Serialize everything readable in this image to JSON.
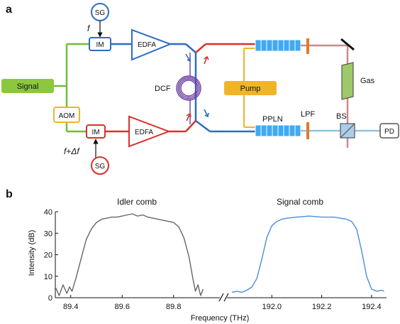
{
  "panel_a": {
    "label": "a",
    "blocks": {
      "signal": "Signal",
      "aom": "AOM",
      "sg_top": "SG",
      "sg_bottom": "SG",
      "im_top": "IM",
      "im_bottom": "IM",
      "edfa_top": "EDFA",
      "edfa_bottom": "EDFA",
      "dcf": "DCF",
      "pump": "Pump",
      "ppln": "PPLN",
      "lpf": "LPF",
      "gas": "Gas",
      "bs": "BS",
      "pd": "PD"
    },
    "freq_top": "f",
    "freq_bottom_f": "f",
    "freq_bottom_plus": "+",
    "freq_bottom_delta": "Δf"
  },
  "panel_b": {
    "label": "b",
    "ylabel": "Intensity (dB)",
    "xlabel": "Frequency (THz)",
    "ylim": [
      0,
      40
    ],
    "yticks": [
      "0",
      "10",
      "20",
      "30",
      "40"
    ],
    "idler": {
      "title": "Idler comb",
      "xlim": [
        89.34,
        89.98
      ],
      "xticks": [
        "89.4",
        "89.6",
        "89.8"
      ],
      "xtick_values": [
        89.4,
        89.6,
        89.8
      ],
      "color": "#666666"
    },
    "signal": {
      "title": "Signal comb",
      "xlim": [
        191.82,
        192.46
      ],
      "xticks": [
        "192.0",
        "192.2",
        "192.4"
      ],
      "xtick_values": [
        192.0,
        192.2,
        192.4
      ],
      "color": "#4a8fd6"
    }
  },
  "chart_data": [
    {
      "type": "line",
      "title": "Idler comb",
      "xlabel": "Frequency (THz)",
      "ylabel": "Intensity (dB)",
      "ylim": [
        0,
        40
      ],
      "series": [
        {
          "x": [
            89.34,
            89.355,
            89.37,
            89.385,
            89.395,
            89.405,
            89.42,
            89.44,
            89.46,
            89.48,
            89.5,
            89.52,
            89.54,
            89.56,
            89.58,
            89.6,
            89.62,
            89.64,
            89.66,
            89.68,
            89.7,
            89.72,
            89.74,
            89.76,
            89.78,
            89.8,
            89.82,
            89.84,
            89.86,
            89.875,
            89.885,
            89.895,
            89.905,
            89.915
          ],
          "y": [
            5,
            1,
            6,
            2,
            5,
            3,
            9,
            18,
            27,
            32,
            35,
            36.5,
            37,
            37.5,
            37.5,
            38,
            38.5,
            39,
            38,
            38.5,
            37.5,
            37,
            36.5,
            36,
            35.5,
            35,
            33,
            28,
            19,
            9,
            3,
            6,
            1,
            4
          ]
        }
      ]
    },
    {
      "type": "line",
      "title": "Signal comb",
      "xlabel": "Frequency (THz)",
      "ylabel": "Intensity (dB)",
      "ylim": [
        0,
        40
      ],
      "series": [
        {
          "x": [
            191.84,
            191.86,
            191.88,
            191.9,
            191.92,
            191.94,
            191.96,
            191.98,
            192.0,
            192.02,
            192.04,
            192.06,
            192.1,
            192.15,
            192.2,
            192.25,
            192.3,
            192.32,
            192.34,
            192.36,
            192.38,
            192.4,
            192.42,
            192.44,
            192.45
          ],
          "y": [
            2.5,
            3,
            2.5,
            3.5,
            5,
            9,
            18,
            28,
            33.5,
            35.5,
            36.5,
            37,
            37.5,
            38,
            37.5,
            37.5,
            36.5,
            35.5,
            32,
            22,
            10,
            4,
            3,
            3.5,
            3
          ]
        }
      ]
    }
  ]
}
